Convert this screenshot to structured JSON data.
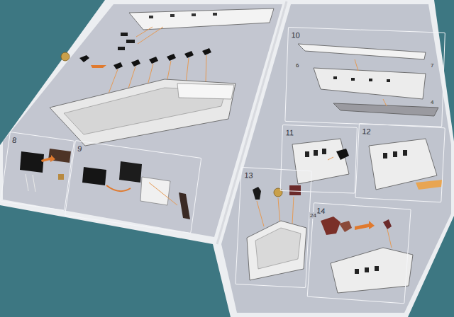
{
  "diagram": {
    "nodes": [
      {
        "text": [
          "8"
        ]
      },
      {
        "text": [
          "9"
        ]
      },
      {
        "text": [
          "10"
        ]
      },
      {
        "text": [
          "11"
        ]
      },
      {
        "text": [
          "12"
        ]
      },
      {
        "text": [
          "13"
        ]
      },
      {
        "text": [
          "14"
        ]
      }
    ],
    "labels": [
      "6",
      "7",
      "4",
      "24"
    ]
  }
}
